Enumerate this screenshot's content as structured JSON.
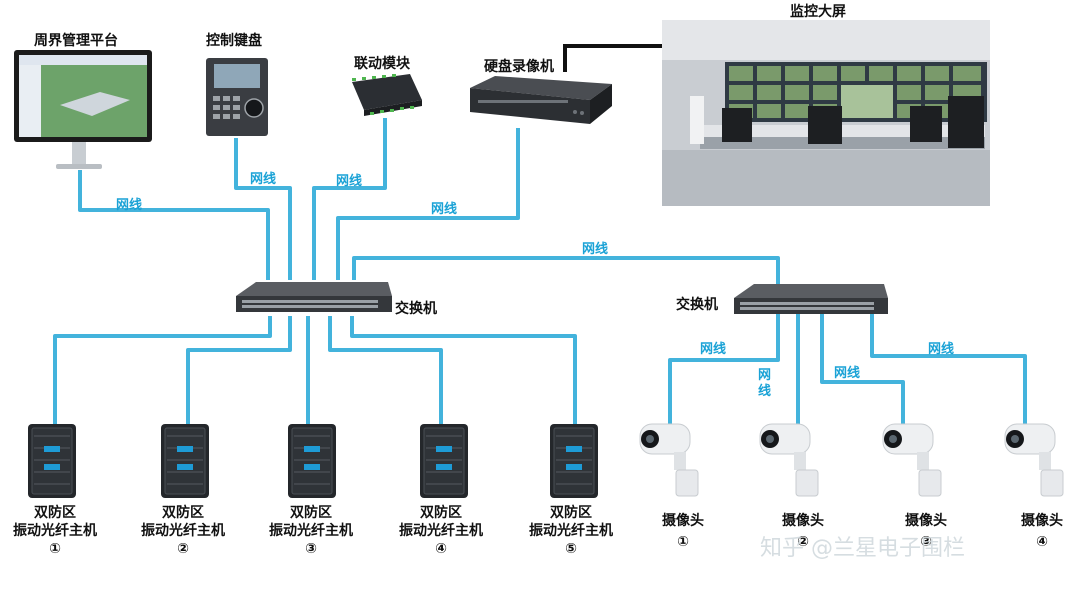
{
  "nodes": {
    "platform": "周界管理平台",
    "keyboard": "控制键盘",
    "linkage": "联动模块",
    "dvr": "硬盘录像机",
    "screen": "监控大屏",
    "switch_main": "交换机",
    "switch_cam": "交换机"
  },
  "net_label": "网线",
  "net_label_vertical": [
    "网",
    "线"
  ],
  "hosts": [
    {
      "line1": "双防区",
      "line2": "振动光纤主机",
      "num": "①"
    },
    {
      "line1": "双防区",
      "line2": "振动光纤主机",
      "num": "②"
    },
    {
      "line1": "双防区",
      "line2": "振动光纤主机",
      "num": "③"
    },
    {
      "line1": "双防区",
      "line2": "振动光纤主机",
      "num": "④"
    },
    {
      "line1": "双防区",
      "line2": "振动光纤主机",
      "num": "⑤"
    }
  ],
  "cameras": [
    {
      "label": "摄像头",
      "num": "①"
    },
    {
      "label": "摄像头",
      "num": "②"
    },
    {
      "label": "摄像头",
      "num": "③"
    },
    {
      "label": "摄像头",
      "num": "④"
    }
  ],
  "watermark": "知乎 @兰星电子围栏",
  "colors": {
    "cable": "#43b3dc",
    "label": "#1aa2d6",
    "device_dark": "#2c2f33"
  }
}
